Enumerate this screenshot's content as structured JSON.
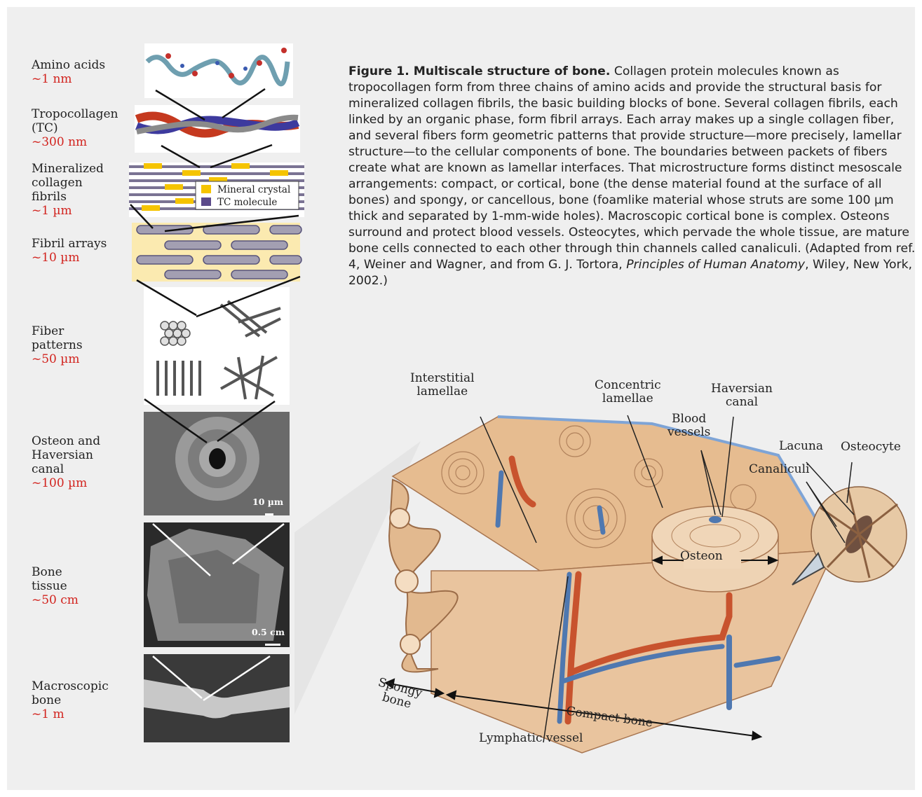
{
  "scale_levels": [
    {
      "lines": [
        "Amino acids"
      ],
      "scale": "~1 nm"
    },
    {
      "lines": [
        "Tropocollagen",
        "(TC)"
      ],
      "scale": "~300 nm"
    },
    {
      "lines": [
        "Mineralized",
        "collagen",
        "fibrils"
      ],
      "scale": "~1 µm"
    },
    {
      "lines": [
        "Fibril arrays"
      ],
      "scale": "~10 µm"
    },
    {
      "lines": [
        "Fiber",
        "patterns"
      ],
      "scale": "~50 µm"
    },
    {
      "lines": [
        "Osteon and",
        "Haversian",
        "canal"
      ],
      "scale": "~100 µm"
    },
    {
      "lines": [
        "Bone",
        "tissue"
      ],
      "scale": "~50 cm"
    },
    {
      "lines": [
        "Macroscopic",
        "bone"
      ],
      "scale": "~1 m"
    }
  ],
  "legend": {
    "mineral": "Mineral crystal",
    "tc": "TC molecule"
  },
  "scalebars": {
    "osteon": "10 µm",
    "tissue": "0.5 cm"
  },
  "caption": {
    "title": "Figure 1. Multiscale structure of bone.",
    "body": " Collagen protein molecules known as tropocollagen form from three chains of amino acids and provide the structural basis for mineralized collagen fibrils, the basic building blocks of bone. Several collagen fibrils, each linked by an organic phase, form fibril arrays. Each array makes up a single collagen fiber, and several fibers form geometric patterns that provide structure—more precisely, lamellar structure—to the cellular components of bone. The boundaries between packets of fibers create what are known as lamellar interfaces. That microstructure forms distinct mesoscale arrangements: compact, or cortical, bone (the dense material found at the surface of all bones) and spongy, or cancellous, bone (foamlike material whose struts are some 100 µm thick and separated by 1-mm-wide holes). Macroscopic cortical bone is complex. Osteons surround and protect blood vessels. Osteocytes, which pervade the whole tissue, are mature bone cells connected to each other through thin channels called canaliculi. (Adapted from ref. 4, Weiner and Wagner, and from G. J. Tortora, ",
    "book": "Principles of Human Anatomy",
    "tail": ", Wiley, New York, 2002.)"
  },
  "diagram_labels": {
    "interstitial": [
      "Interstitial",
      "lamellae"
    ],
    "concentric": [
      "Concentric",
      "lamellae"
    ],
    "haversian": [
      "Haversian",
      "canal"
    ],
    "blood": [
      "Blood",
      "vessels"
    ],
    "lacuna": "Lacuna",
    "osteocyte": "Osteocyte",
    "canaliculi": "Canaliculi",
    "osteon": "Osteon",
    "spongy": [
      "Spongy",
      "bone"
    ],
    "compact": "Compact bone",
    "lymphatic": "Lymphatic vessel"
  },
  "colors": {
    "scale_red": "#d2231e",
    "mineral": "#f5c400",
    "tc": "#5b4a8a",
    "bone": "#e8c29a",
    "vessel_red": "#c8532e",
    "vessel_blue": "#4f78b0"
  }
}
